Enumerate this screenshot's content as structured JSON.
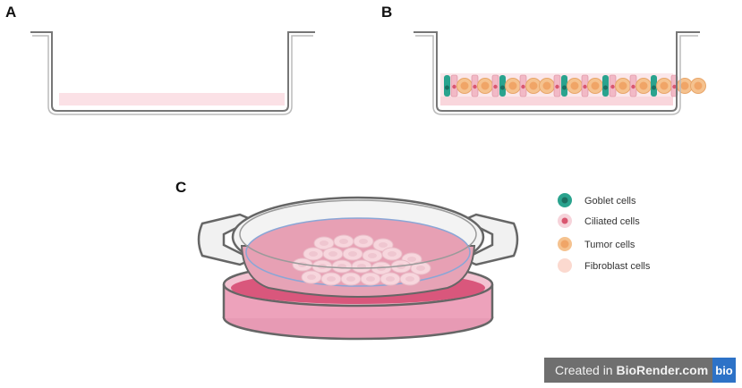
{
  "panels": {
    "a": "A",
    "b": "B",
    "c": "C"
  },
  "legend": [
    {
      "label": "Goblet cells",
      "color": "#2aa38e",
      "core": "#1d6f61"
    },
    {
      "label": "Ciliated cells",
      "color": "#f6d3da",
      "core": "#d9566f"
    },
    {
      "label": "Tumor cells",
      "color": "#f5c28f",
      "core": "#f0a567"
    },
    {
      "label": "Fibroblast cells",
      "color": "#fbd9cf",
      "core": "#fbd9cf"
    }
  ],
  "watermark": {
    "prefix": "Created in ",
    "brand": "BioRender.com",
    "logo": "bio"
  },
  "colors": {
    "medium": "#f9dde2",
    "dish_pink": "#e98aa6",
    "outline": "#666666"
  }
}
